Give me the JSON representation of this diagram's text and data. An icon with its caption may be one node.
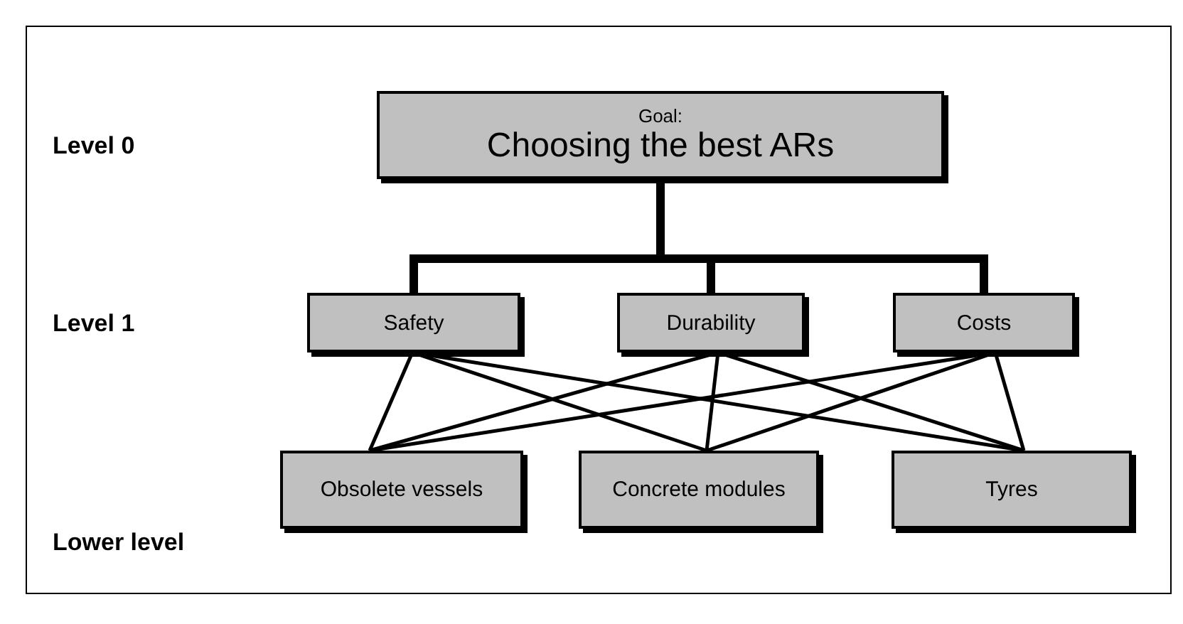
{
  "diagram": {
    "nodes": [
      {
        "text": [
          "Goal:",
          "Choosing the best ARs"
        ]
      },
      {
        "text": [
          "Safety"
        ]
      },
      {
        "text": [
          "Durability"
        ]
      },
      {
        "text": [
          "Costs"
        ]
      },
      {
        "text": [
          "Obsolete vessels"
        ]
      },
      {
        "text": [
          "Concrete modules"
        ]
      },
      {
        "text": [
          "Tyres"
        ]
      }
    ],
    "edges": [
      {
        "from": 0,
        "to": 1,
        "arrow": "none",
        "style": "thick"
      },
      {
        "from": 0,
        "to": 2,
        "arrow": "none",
        "style": "thick"
      },
      {
        "from": 0,
        "to": 3,
        "arrow": "none",
        "style": "thick"
      },
      {
        "from": 1,
        "to": 4,
        "arrow": "none"
      },
      {
        "from": 1,
        "to": 5,
        "arrow": "none"
      },
      {
        "from": 1,
        "to": 6,
        "arrow": "none"
      },
      {
        "from": 2,
        "to": 4,
        "arrow": "none"
      },
      {
        "from": 2,
        "to": 5,
        "arrow": "none"
      },
      {
        "from": 2,
        "to": 6,
        "arrow": "none"
      },
      {
        "from": 3,
        "to": 4,
        "arrow": "none"
      },
      {
        "from": 3,
        "to": 5,
        "arrow": "none"
      },
      {
        "from": 3,
        "to": 6,
        "arrow": "none"
      }
    ],
    "labels": [
      "Level 0",
      "Level 1",
      "Lower level"
    ]
  }
}
